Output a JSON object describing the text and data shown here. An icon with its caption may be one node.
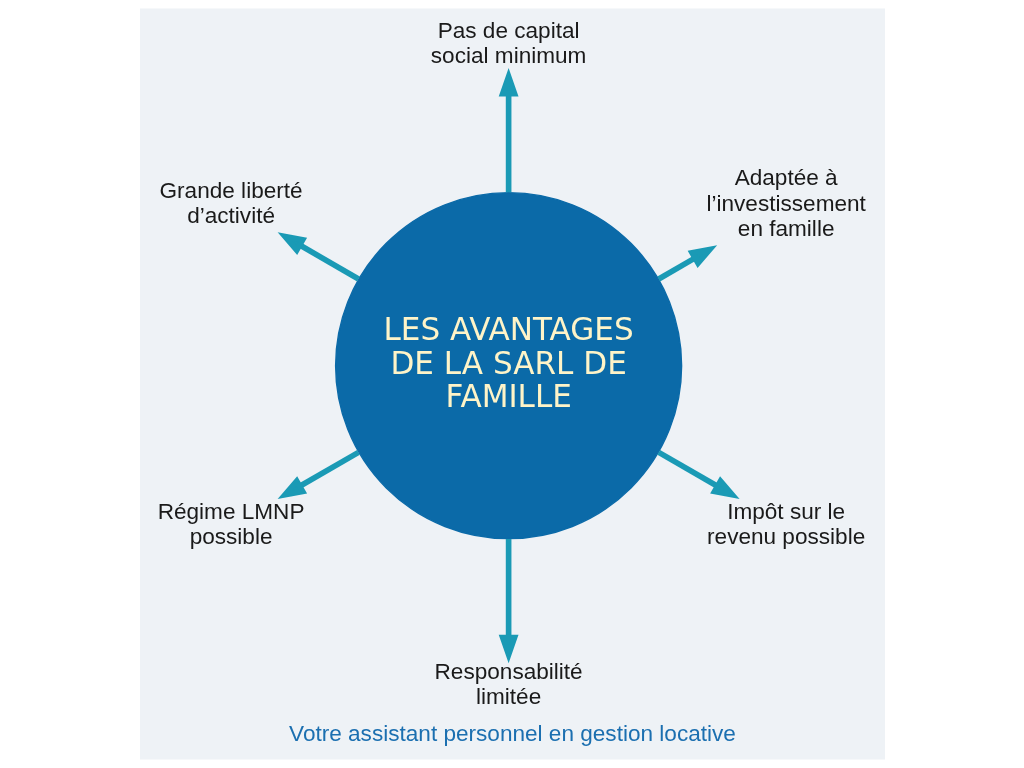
{
  "diagram": {
    "caption": "Votre assistant personnel en gestion locative",
    "nodes": [
      {
        "text": [
          "LES AVANTAGES DE LA SARL DE FAMILLE"
        ]
      },
      {
        "text": [
          "Adaptée à l’investissement en famille"
        ]
      },
      {
        "text": [
          "Pas de capital social minimum"
        ]
      },
      {
        "text": [
          "Grande liberté d’activité"
        ]
      },
      {
        "text": [
          "Régime LMNP possible"
        ]
      },
      {
        "text": [
          "Responsabilité limitée"
        ]
      },
      {
        "text": [
          "Impôt sur le revenu possible"
        ]
      }
    ],
    "edges": [
      {
        "from": 0,
        "to": 1,
        "arrow": "to"
      },
      {
        "from": 0,
        "to": 2,
        "arrow": "to"
      },
      {
        "from": 0,
        "to": 3,
        "arrow": "to"
      },
      {
        "from": 0,
        "to": 4,
        "arrow": "to"
      },
      {
        "from": 0,
        "to": 5,
        "arrow": "to"
      },
      {
        "from": 0,
        "to": 6,
        "arrow": "to"
      }
    ]
  }
}
